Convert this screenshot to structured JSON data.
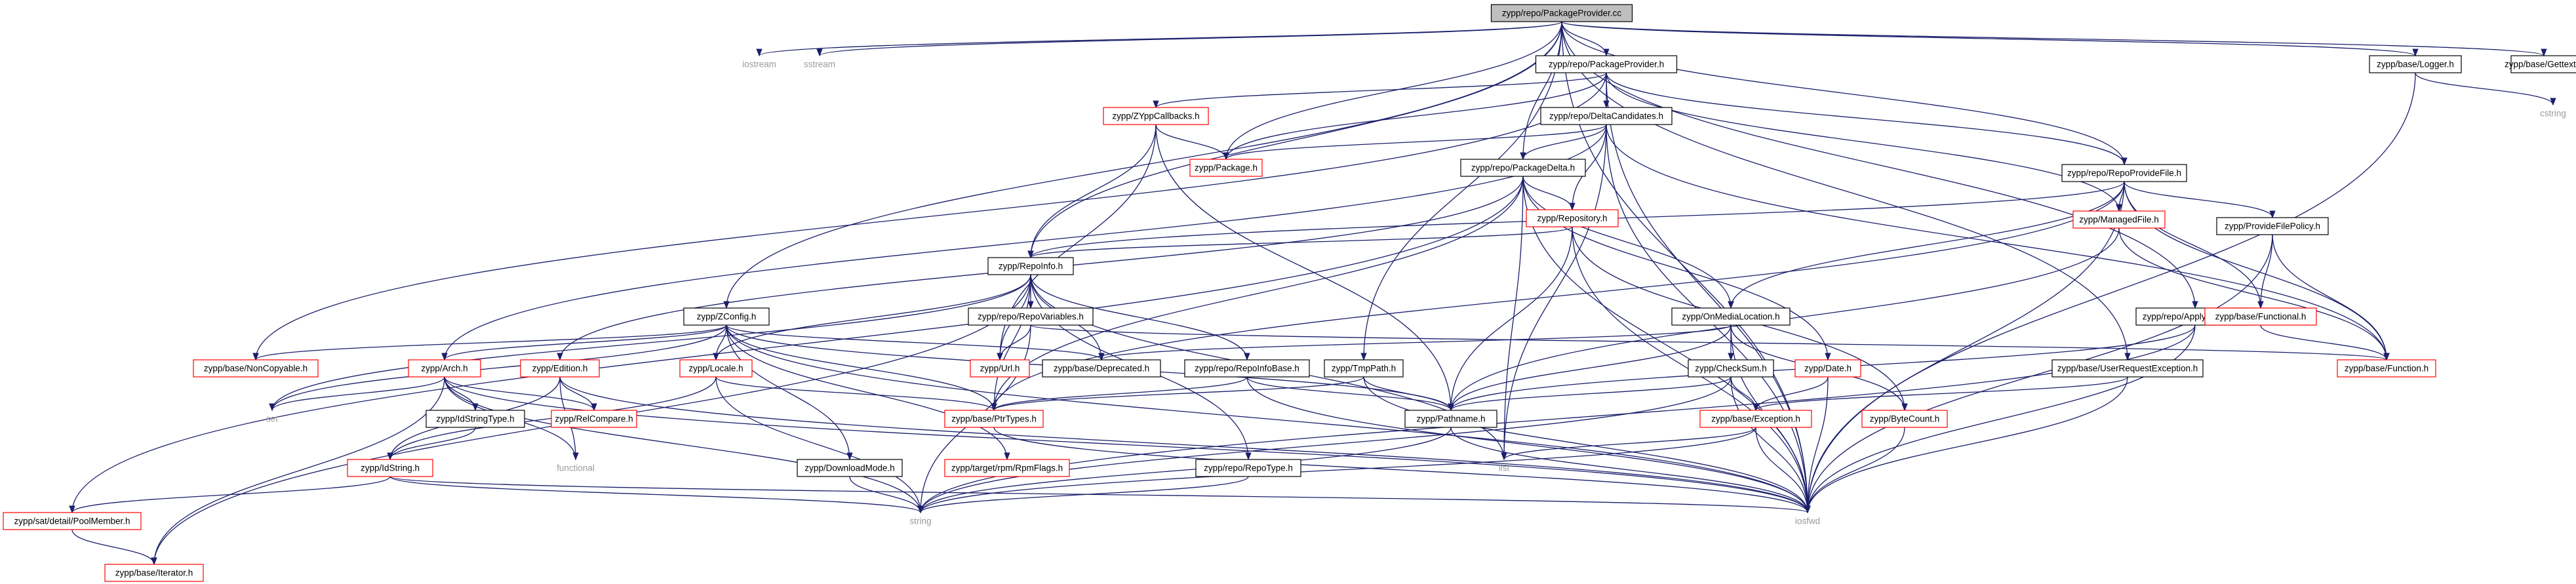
{
  "colors": {
    "root_fill": "#bfbfbf",
    "node_fill": "#ffffff",
    "node_border": "#000000",
    "link_border": "#ff0000",
    "external_text": "#9a9a9a",
    "edge": "#1b1f6b"
  },
  "nodes": [
    {
      "id": "root",
      "label": "zypp/repo/PackageProvider.cc",
      "kind": "root"
    },
    {
      "id": "iostream",
      "label": "iostream",
      "kind": "external"
    },
    {
      "id": "sstream",
      "label": "sstream",
      "kind": "external"
    },
    {
      "id": "pp_h",
      "label": "zypp/repo/PackageProvider.h",
      "kind": "normal"
    },
    {
      "id": "logger",
      "label": "zypp/base/Logger.h",
      "kind": "normal"
    },
    {
      "id": "gettext",
      "label": "zypp/base/Gettext.h",
      "kind": "normal"
    },
    {
      "id": "cstring",
      "label": "cstring",
      "kind": "external"
    },
    {
      "id": "zyppcb",
      "label": "zypp/ZYppCallbacks.h",
      "kind": "linked"
    },
    {
      "id": "deltacand",
      "label": "zypp/repo/DeltaCandidates.h",
      "kind": "normal"
    },
    {
      "id": "package",
      "label": "zypp/Package.h",
      "kind": "linked"
    },
    {
      "id": "pkgdelta",
      "label": "zypp/repo/PackageDelta.h",
      "kind": "normal"
    },
    {
      "id": "repoprov",
      "label": "zypp/repo/RepoProvideFile.h",
      "kind": "normal"
    },
    {
      "id": "repository",
      "label": "zypp/Repository.h",
      "kind": "linked"
    },
    {
      "id": "managedfile",
      "label": "zypp/ManagedFile.h",
      "kind": "linked"
    },
    {
      "id": "providepolicy",
      "label": "zypp/ProvideFilePolicy.h",
      "kind": "normal"
    },
    {
      "id": "repoinfo",
      "label": "zypp/RepoInfo.h",
      "kind": "normal"
    },
    {
      "id": "repovars",
      "label": "zypp/repo/RepoVariables.h",
      "kind": "normal"
    },
    {
      "id": "zconfig",
      "label": "zypp/ZConfig.h",
      "kind": "normal"
    },
    {
      "id": "onmedia",
      "label": "zypp/OnMediaLocation.h",
      "kind": "normal"
    },
    {
      "id": "applydelta",
      "label": "zypp/repo/Applydeltarpm.h",
      "kind": "normal"
    },
    {
      "id": "functional_h",
      "label": "zypp/base/Functional.h",
      "kind": "linked"
    },
    {
      "id": "function_h",
      "label": "zypp/base/Function.h",
      "kind": "linked"
    },
    {
      "id": "noncopyable",
      "label": "zypp/base/NonCopyable.h",
      "kind": "linked"
    },
    {
      "id": "arch",
      "label": "zypp/Arch.h",
      "kind": "linked"
    },
    {
      "id": "edition",
      "label": "zypp/Edition.h",
      "kind": "linked"
    },
    {
      "id": "locale",
      "label": "zypp/Locale.h",
      "kind": "linked"
    },
    {
      "id": "url",
      "label": "zypp/Url.h",
      "kind": "linked"
    },
    {
      "id": "deprecated",
      "label": "zypp/base/Deprecated.h",
      "kind": "normal"
    },
    {
      "id": "repoinfobase",
      "label": "zypp/repo/RepoInfoBase.h",
      "kind": "normal"
    },
    {
      "id": "tmppath",
      "label": "zypp/TmpPath.h",
      "kind": "normal"
    },
    {
      "id": "checksum",
      "label": "zypp/CheckSum.h",
      "kind": "normal"
    },
    {
      "id": "date",
      "label": "zypp/Date.h",
      "kind": "linked"
    },
    {
      "id": "userreq",
      "label": "zypp/base/UserRequestException.h",
      "kind": "normal"
    },
    {
      "id": "set",
      "label": "set",
      "kind": "external"
    },
    {
      "id": "idstringtype",
      "label": "zypp/IdStringType.h",
      "kind": "normal"
    },
    {
      "id": "relcompare",
      "label": "zypp/RelCompare.h",
      "kind": "linked"
    },
    {
      "id": "ptrtypes",
      "label": "zypp/base/PtrTypes.h",
      "kind": "linked"
    },
    {
      "id": "pathname",
      "label": "zypp/Pathname.h",
      "kind": "normal"
    },
    {
      "id": "exception",
      "label": "zypp/base/Exception.h",
      "kind": "linked"
    },
    {
      "id": "bytecount",
      "label": "zypp/ByteCount.h",
      "kind": "linked"
    },
    {
      "id": "functional",
      "label": "functional",
      "kind": "external"
    },
    {
      "id": "idstring",
      "label": "zypp/IdString.h",
      "kind": "linked"
    },
    {
      "id": "downloadmode",
      "label": "zypp/DownloadMode.h",
      "kind": "normal"
    },
    {
      "id": "rpmflags",
      "label": "zypp/target/rpm/RpmFlags.h",
      "kind": "linked"
    },
    {
      "id": "repotype",
      "label": "zypp/repo/RepoType.h",
      "kind": "normal"
    },
    {
      "id": "list",
      "label": "list",
      "kind": "external"
    },
    {
      "id": "poolmember",
      "label": "zypp/sat/detail/PoolMember.h",
      "kind": "linked"
    },
    {
      "id": "string",
      "label": "string",
      "kind": "external"
    },
    {
      "id": "iosfwd",
      "label": "iosfwd",
      "kind": "external"
    },
    {
      "id": "iterator",
      "label": "zypp/base/Iterator.h",
      "kind": "linked"
    }
  ]
}
